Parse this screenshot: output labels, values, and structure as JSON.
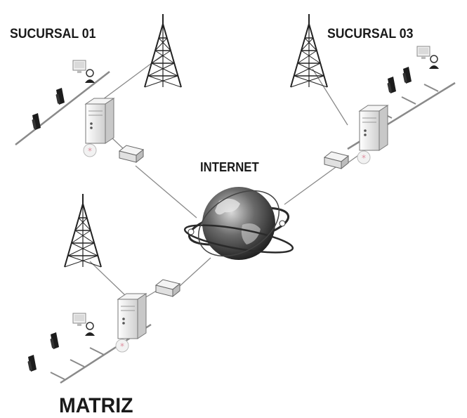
{
  "labels": {
    "branch_1": "SUCURSAL 01",
    "branch_3": "SUCURSAL 03",
    "internet": "INTERNET",
    "headquarters": "MATRIZ"
  },
  "colors": {
    "line": "#8a8a8a",
    "device_fill": "#eeeeee",
    "device_stroke": "#777777",
    "tower": "#222222",
    "phone": "#1c1c1c",
    "globe_dark": "#2a2a2a",
    "globe_light": "#d8d8d8"
  },
  "icons": {
    "tower": "radio-tower-icon",
    "server": "server-icon",
    "modem": "modem-icon",
    "phone": "ip-phone-icon",
    "workstation": "computer-user-icon",
    "globe": "internet-globe-icon"
  }
}
